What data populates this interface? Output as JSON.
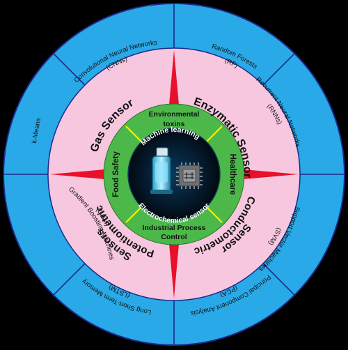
{
  "colors": {
    "background": "#000000",
    "outer_ring": "#29a9e7",
    "outer_ring_stroke": "#1b2a8c",
    "sensor_ring": "#f7c7df",
    "application_ring": "#4cb84a",
    "center_disk": "#041018",
    "red_spikes": "#e8102a",
    "yellow_spikes": "#f2f200",
    "dark_text": "#111111",
    "light_text": "#ffffff"
  },
  "ml_methods": {
    "cnn": [
      "Convolutional Neural Networks",
      "(CNNs)"
    ],
    "rf": [
      "Random Forests",
      "(RF)"
    ],
    "rnn": [
      "Recurrent Neural Networks",
      "(RNNs)"
    ],
    "svm": [
      "Support Vector Machines",
      "(SVM)"
    ],
    "pca": [
      "Principal Component Analysis",
      "(PCA)"
    ],
    "lstm": [
      "Long Short-Term Memory",
      "(LSTM)"
    ],
    "gbm": [
      "Gradient Boosting Machines",
      "(GBM)"
    ],
    "kmeans": [
      "k-Means"
    ]
  },
  "sensors": {
    "gas": "Gas Sensor",
    "enzymatic": "Enzymatic Sensor",
    "conductometric": [
      "Conductometric",
      "Sensor"
    ],
    "potentiometric": [
      "Potentiometric",
      "Sensors"
    ]
  },
  "applications": {
    "environmental": [
      "Environmental",
      "toxins"
    ],
    "healthcare": "Healthcare",
    "industrial": [
      "Industrial Process",
      "Control"
    ],
    "food": "Food Safety"
  },
  "center": {
    "top": "Machine learning",
    "bottom": "Electrochemical sensor",
    "chip_icon": "microchip-icon",
    "device_icon": "sensor-device-icon"
  }
}
